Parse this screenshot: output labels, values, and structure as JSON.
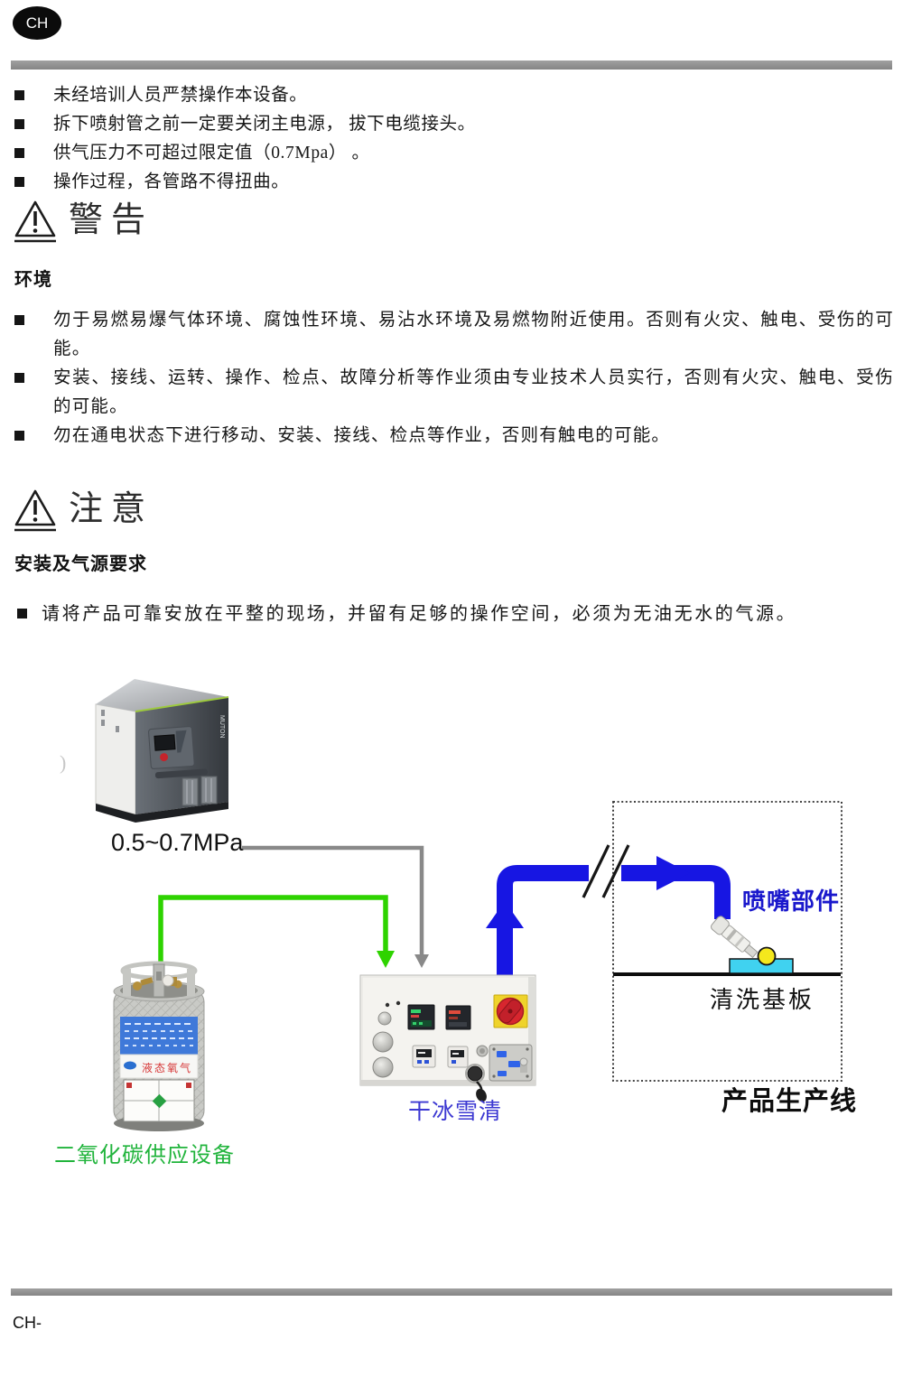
{
  "page": {
    "language_badge": "CH",
    "footer_code": "CH-"
  },
  "safety_list": [
    "未经培训人员严禁操作本设备。",
    "拆下喷射管之前一定要关闭主电源， 拔下电缆接头。",
    "供气压力不可超过限定值（0.7Mpa） 。",
    "操作过程，各管路不得扭曲。"
  ],
  "warning": {
    "title": "警告",
    "section_heading": "环境",
    "items": [
      "勿于易燃易爆气体环境、腐蚀性环境、易沾水环境及易燃物附近使用。否则有火灾、触电、受伤的可能。",
      "安装、接线、运转、操作、检点、故障分析等作业须由专业技术人员实行，否则有火灾、触电、受伤的可能。",
      "勿在通电状态下进行移动、安装、接线、检点等作业，否则有触电的可能。"
    ]
  },
  "caution": {
    "title": "注意",
    "section_heading": "安装及气源要求",
    "items": [
      "请将产品可靠安放在平整的现场，并留有足够的操作空间，必须为无油无水的气源。"
    ]
  },
  "diagram": {
    "pressure_label": "0.5~0.7MPa",
    "nozzle_label": "喷嘴部件",
    "substrate_label": "清洗基板",
    "production_line_label": "产品生产线",
    "machine_label": "干冰雪清",
    "co2_supply_label": "二氧化碳供应设备",
    "tank_sticker": "液态氧气",
    "compressor_logo": "MUTON",
    "colors": {
      "air_pipe": "#898989",
      "co2_pipe": "#2ed300",
      "blast_pipe": "#1716e3",
      "substrate_fill": "#40d2f0",
      "spray_point": "#f4e81d",
      "nozzle_label_color": "#1a18cc",
      "co2_label_color": "#21b43c"
    }
  }
}
